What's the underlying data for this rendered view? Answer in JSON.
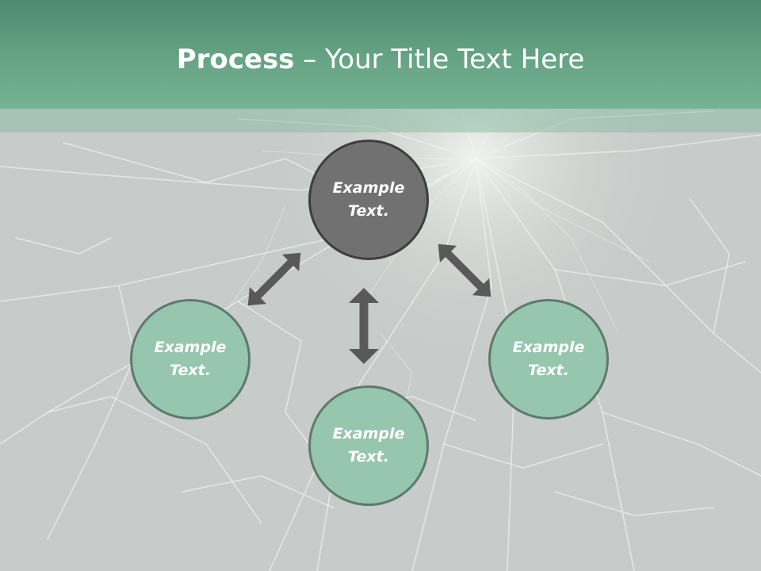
{
  "title": {
    "strong": "Process",
    "rest": " – Your Title Text Here"
  },
  "nodes": {
    "center": "Example\nText.",
    "left": "Example\nText.",
    "bottom": "Example\nText.",
    "right": "Example\nText."
  },
  "colors": {
    "header": "#66a485",
    "center_fill": "#717171",
    "side_fill": "#96c6ae",
    "arrow": "#595959"
  }
}
